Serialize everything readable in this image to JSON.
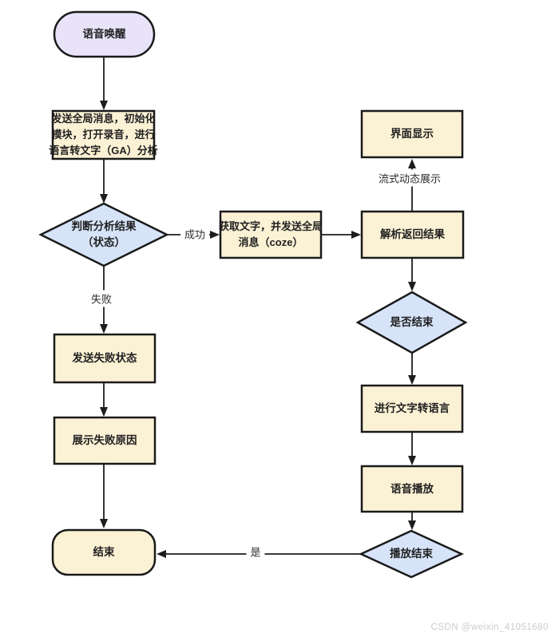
{
  "colors": {
    "terminal_fill": "#e9e3fa",
    "process_fill": "#fbf1d5",
    "decision_fill": "#d6e3f8",
    "end_fill": "#fbf1d5",
    "border": "#1a1a1a",
    "arrow": "#1d1d1d",
    "watermark_text": "#cccccc"
  },
  "nodes": {
    "start": {
      "label": "语音唤醒"
    },
    "init": {
      "lines": [
        "发送全局消息，初始化",
        "模块，打开录音，进行",
        "语言转文字（GA）分析"
      ]
    },
    "judge": {
      "lines": [
        "判断分析结果",
        "（状态）"
      ]
    },
    "fetch": {
      "lines": [
        "获取文字，并发送全局",
        "消息（coze）"
      ]
    },
    "parse": {
      "label": "解析返回结果"
    },
    "display": {
      "label": "界面显示"
    },
    "finished": {
      "label": "是否结束"
    },
    "tts": {
      "label": "进行文字转语言"
    },
    "play": {
      "label": "语音播放"
    },
    "play_end": {
      "label": "播放结束"
    },
    "send_fail": {
      "label": "发送失败状态"
    },
    "show_fail": {
      "label": "展示失败原因"
    },
    "end": {
      "label": "结束"
    }
  },
  "edge_labels": {
    "success": "成功",
    "fail": "失败",
    "stream": "流式动态展示",
    "yes": "是"
  },
  "watermark": "CSDN @weixin_41051680"
}
